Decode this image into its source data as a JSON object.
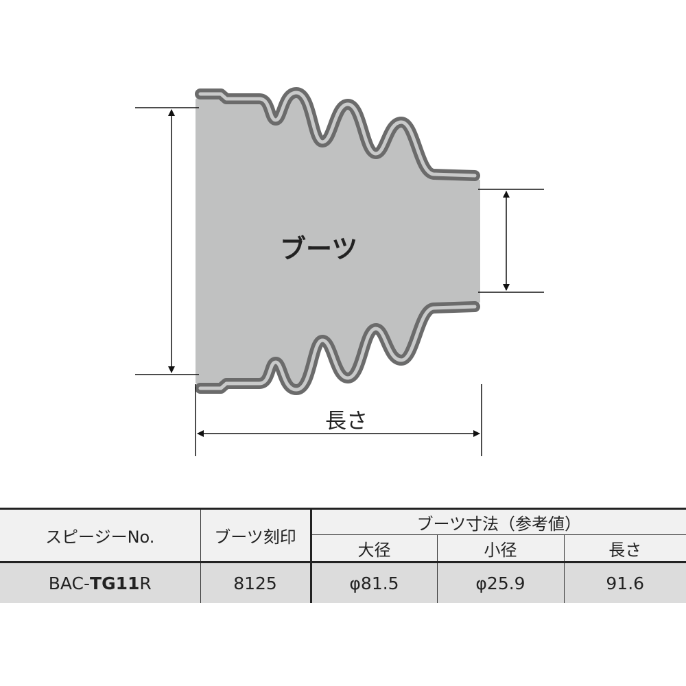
{
  "diagram": {
    "boot_label": "ブーツ",
    "length_label": "長さ",
    "colors": {
      "fill": "#c0c1c1",
      "outline": "#6b6b6b",
      "inner": "#c9caca"
    }
  },
  "table": {
    "headers": {
      "part_no": "スピージーNo.",
      "boot_mark": "ブーツ刻印",
      "dims_group": "ブーツ寸法（参考値）",
      "large_dia": "大径",
      "small_dia": "小径",
      "length": "長さ"
    },
    "row": {
      "part_prefix": "BAC-",
      "part_bold": "TG11",
      "part_suffix": "R",
      "boot_mark": "8125",
      "large_dia": "φ81.5",
      "small_dia": "φ25.9",
      "length": "91.6"
    }
  }
}
